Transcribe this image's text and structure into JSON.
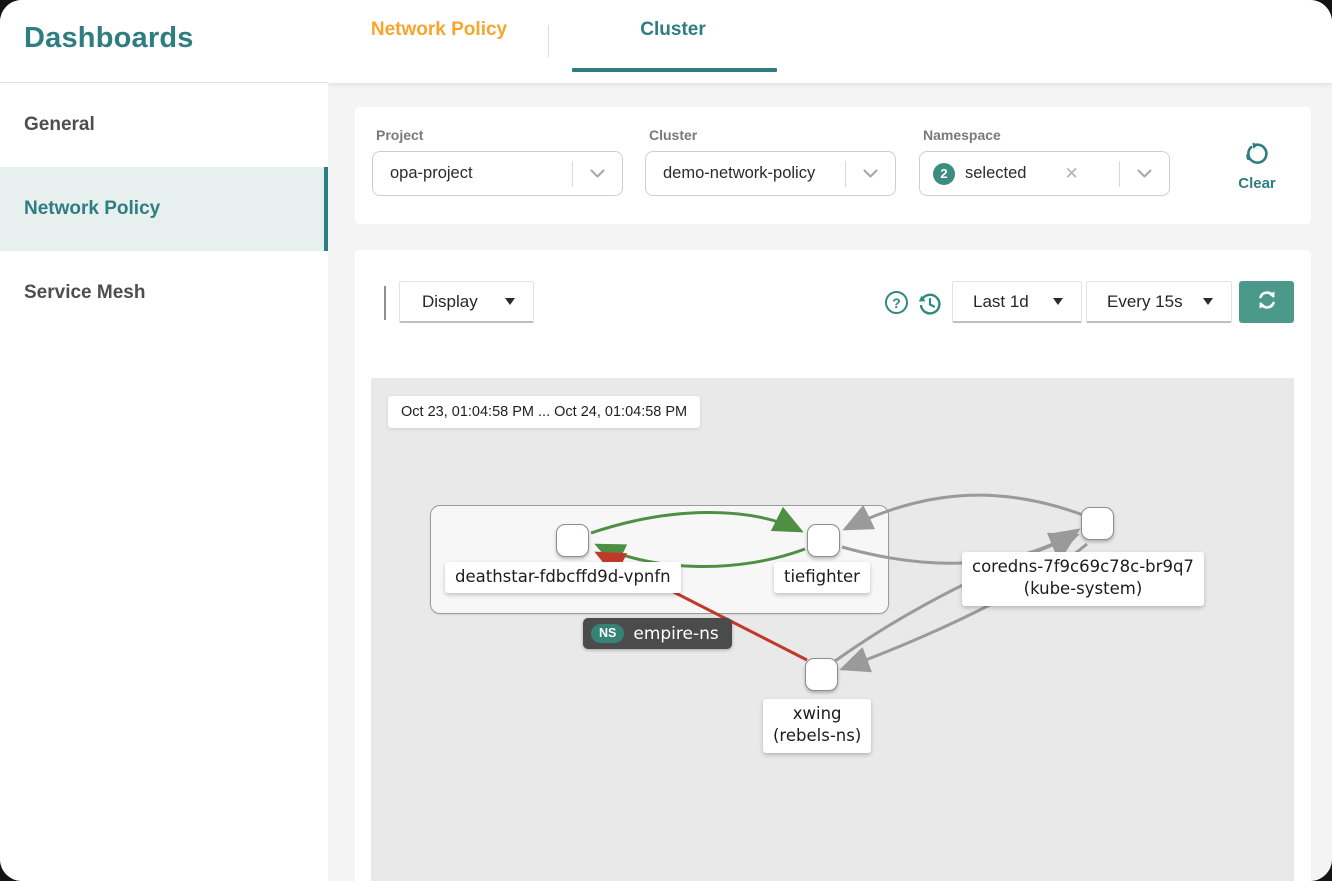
{
  "sidebar": {
    "title": "Dashboards",
    "items": [
      {
        "label": "General",
        "active": false
      },
      {
        "label": "Network Policy",
        "active": true
      },
      {
        "label": "Service Mesh",
        "active": false
      }
    ]
  },
  "tabs": [
    {
      "label": "Network Policy",
      "active": false
    },
    {
      "label": "Cluster",
      "active": true
    }
  ],
  "filters": {
    "project": {
      "label": "Project",
      "value": "opa-project"
    },
    "cluster": {
      "label": "Cluster",
      "value": "demo-network-policy"
    },
    "namespace": {
      "label": "Namespace",
      "selected_count": "2",
      "value": "selected"
    },
    "clear_label": "Clear"
  },
  "toolbar": {
    "display_label": "Display",
    "time_range": "Last 1d",
    "refresh_interval": "Every 15s"
  },
  "icons": {
    "help_glyph": "?",
    "close_glyph": "✕"
  },
  "graph": {
    "time_window": "Oct 23, 01:04:58 PM ... Oct 24, 01:04:58 PM",
    "namespace_badge": {
      "tag": "NS",
      "name": "empire-ns"
    },
    "labels": {
      "deathstar": "deathstar-fdbcffd9d-vpnfn",
      "tiefighter": "tiefighter",
      "coredns_line1": "coredns-7f9c69c78c-br9q7",
      "coredns_line2": "(kube-system)",
      "xwing_line1": "xwing",
      "xwing_line2": "(rebels-ns)"
    },
    "nodes": [
      {
        "id": "deathstar-fdbcffd9d-vpnfn",
        "namespace": "empire-ns"
      },
      {
        "id": "tiefighter",
        "namespace": "empire-ns"
      },
      {
        "id": "coredns-7f9c69c78c-br9q7",
        "namespace": "kube-system"
      },
      {
        "id": "xwing",
        "namespace": "rebels-ns"
      }
    ],
    "edges": [
      {
        "from": "deathstar-fdbcffd9d-vpnfn",
        "to": "tiefighter",
        "color": "#4f8f43"
      },
      {
        "from": "tiefighter",
        "to": "deathstar-fdbcffd9d-vpnfn",
        "color": "#4f8f43"
      },
      {
        "from": "coredns-7f9c69c78c-br9q7",
        "to": "tiefighter",
        "color": "#9a9a9a"
      },
      {
        "from": "tiefighter",
        "to": "coredns-7f9c69c78c-br9q7",
        "color": "#9a9a9a"
      },
      {
        "from": "xwing",
        "to": "coredns-7f9c69c78c-br9q7",
        "color": "#9a9a9a"
      },
      {
        "from": "coredns-7f9c69c78c-br9q7",
        "to": "xwing",
        "color": "#9a9a9a"
      },
      {
        "from": "xwing",
        "to": "deathstar-fdbcffd9d-vpnfn",
        "color": "#c0392b"
      }
    ]
  },
  "colors": {
    "accent_teal": "#2e7d80",
    "tab_orange": "#f7a62c",
    "refresh_button": "#4a998b",
    "edge_allowed": "#4f8f43",
    "edge_neutral": "#9a9a9a",
    "edge_denied": "#c0392b"
  }
}
